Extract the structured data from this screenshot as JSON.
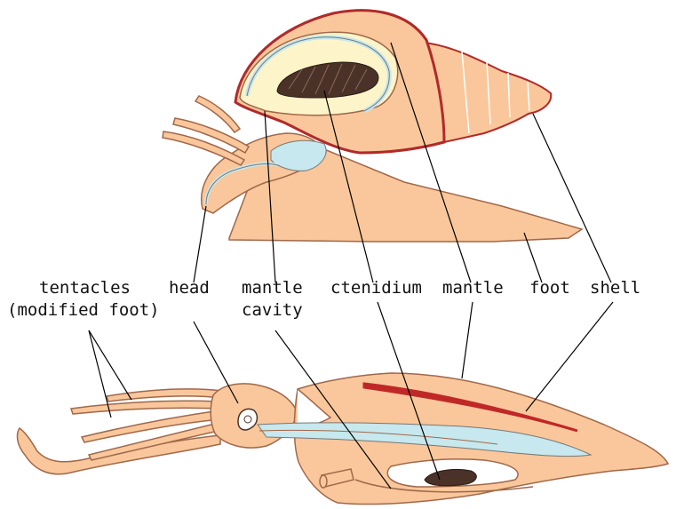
{
  "labels": {
    "tentacles": "tentacles",
    "modified_foot": "(modified foot)",
    "head": "head",
    "mantle_cavity_line1": "mantle",
    "mantle_cavity_line2": "cavity",
    "ctenidium": "ctenidium",
    "mantle": "mantle",
    "foot": "foot",
    "shell": "shell"
  },
  "colors": {
    "body": "#f9c79b",
    "outline": "#a0684a",
    "shell_outline": "#b02a2a",
    "mantle_cavity_fill": "#fdf5c9",
    "cavity_water": "#c6e8ee",
    "ctenidium": "#4a3228",
    "leader_line": "#000000",
    "mantle_stripe": "#c02828"
  }
}
